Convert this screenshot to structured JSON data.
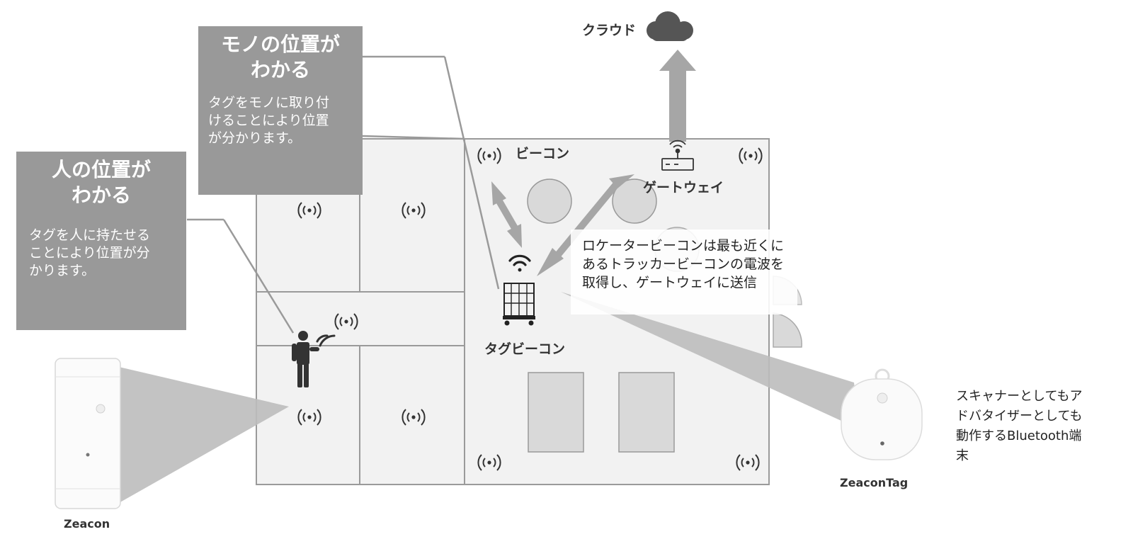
{
  "labels": {
    "cloud": "クラウド",
    "beacon": "ビーコン",
    "gateway": "ゲートウェイ",
    "tag_beacon": "タグビーコン",
    "zeacon": "Zeacon",
    "zeacon_tag": "ZeaconTag"
  },
  "box_objects": {
    "title": [
      "モノの位置が",
      "わかる"
    ],
    "body": [
      "タグをモノに取り付",
      "けることにより位置",
      "が分かります。"
    ]
  },
  "box_people": {
    "title": [
      "人の位置が",
      "わかる"
    ],
    "body": [
      "タグを人に持たせる",
      "ことにより位置が分",
      "かります。"
    ]
  },
  "note_locator": [
    "ロケータービーコンは最も近くに",
    "あるトラッカービーコンの電波を",
    "取得し、ゲートウェイに送信"
  ],
  "note_device": [
    "スキャナーとしてもア",
    "ドバタイザーとしても",
    "動作するBluetooth端",
    "末"
  ],
  "icons": {
    "beacon": "broadcast-icon",
    "gateway": "router-icon",
    "cloud": "cloud-icon",
    "person": "person-icon",
    "cart": "cart-icon",
    "wifi": "wifi-icon"
  },
  "colors": {
    "box_fill": "#999999",
    "floor_fill": "#f2f2f2",
    "arrow": "#a6a6a6",
    "cloud": "#555555"
  }
}
